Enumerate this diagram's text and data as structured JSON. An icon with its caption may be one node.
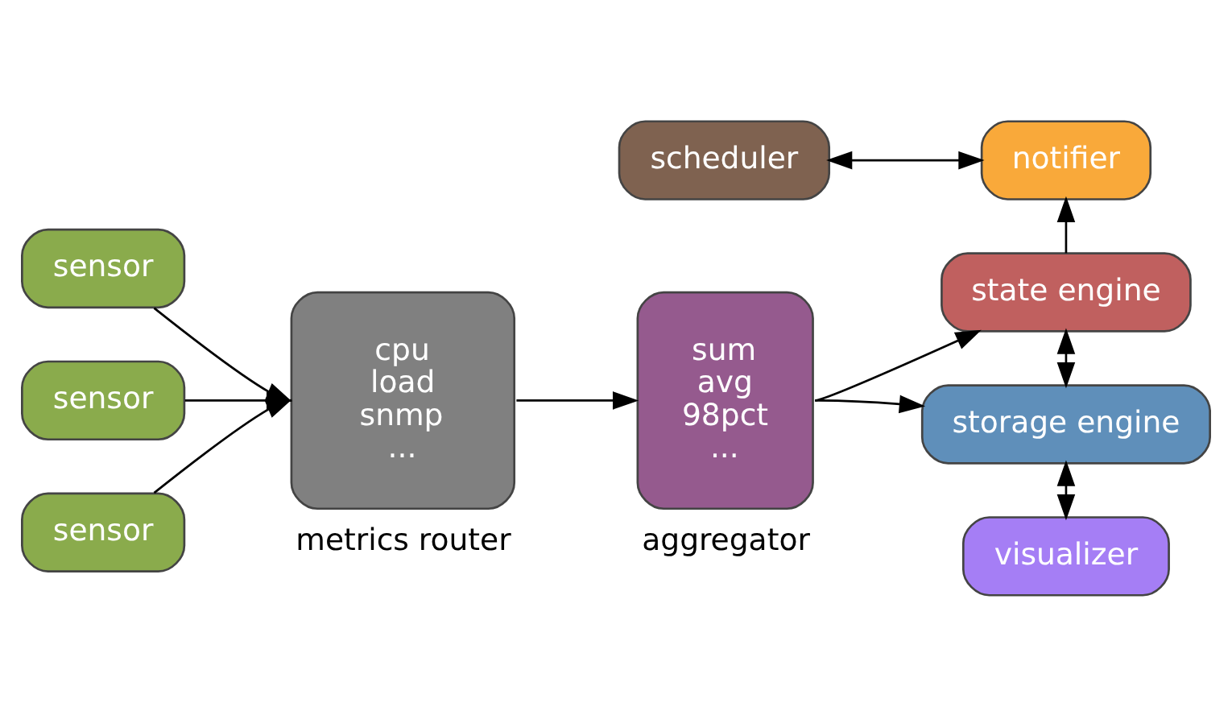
{
  "diagram": {
    "nodes": [
      {
        "text": [
          "sensor"
        ]
      },
      {
        "text": [
          "sensor"
        ]
      },
      {
        "text": [
          "sensor"
        ]
      },
      {
        "text": [
          "cpu",
          "load",
          "snmp",
          "..."
        ],
        "beside": [
          "metrics router"
        ]
      },
      {
        "text": [
          "sum",
          "avg",
          "98pct",
          "..."
        ],
        "beside": [
          "aggregator"
        ]
      },
      {
        "text": [
          "scheduler"
        ]
      },
      {
        "text": [
          "notifier"
        ]
      },
      {
        "text": [
          "state engine"
        ]
      },
      {
        "text": [
          "storage engine"
        ]
      },
      {
        "text": [
          "visualizer"
        ]
      }
    ],
    "edges": [
      {
        "from": 0,
        "to": 3,
        "arrow": "to"
      },
      {
        "from": 1,
        "to": 3,
        "arrow": "to"
      },
      {
        "from": 2,
        "to": 3,
        "arrow": "to"
      },
      {
        "from": 3,
        "to": 4,
        "arrow": "to"
      },
      {
        "from": 4,
        "to": 7,
        "arrow": "to"
      },
      {
        "from": 4,
        "to": 8,
        "arrow": "to"
      },
      {
        "from": 5,
        "to": 6,
        "arrow": "both"
      },
      {
        "from": 7,
        "to": 6,
        "arrow": "to"
      },
      {
        "from": 7,
        "to": 8,
        "arrow": "both"
      },
      {
        "from": 8,
        "to": 9,
        "arrow": "both"
      }
    ]
  }
}
